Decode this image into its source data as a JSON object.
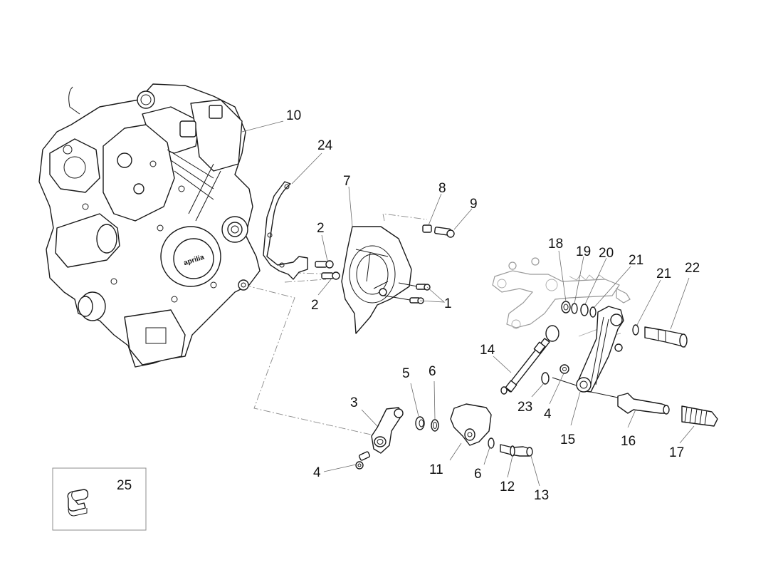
{
  "diagram": {
    "type": "exploded-parts-view",
    "subject": "engine with gear shift lever assembly",
    "brand_mark": "aprilia",
    "line_color": "#1a1a1a",
    "ghost_color": "#9a9a9a",
    "background": "#ffffff"
  },
  "callouts": [
    {
      "id": "c10",
      "label": "10",
      "part": "engine"
    },
    {
      "id": "c24",
      "label": "24",
      "part": "gasket"
    },
    {
      "id": "c7",
      "label": "7",
      "part": "sprocket cover"
    },
    {
      "id": "c8",
      "label": "8",
      "part": "bushing"
    },
    {
      "id": "c9",
      "label": "9",
      "part": "screw"
    },
    {
      "id": "c2a",
      "label": "2",
      "part": "flanged screw (upper)"
    },
    {
      "id": "c2b",
      "label": "2",
      "part": "flanged screw (lower)"
    },
    {
      "id": "c1",
      "label": "1",
      "part": "screws"
    },
    {
      "id": "c18",
      "label": "18",
      "part": "nut"
    },
    {
      "id": "c19",
      "label": "19",
      "part": "washer"
    },
    {
      "id": "c20",
      "label": "20",
      "part": "bearing"
    },
    {
      "id": "c21a",
      "label": "21",
      "part": "washer (inner)"
    },
    {
      "id": "c21b",
      "label": "21",
      "part": "washer (outer)"
    },
    {
      "id": "c22",
      "label": "22",
      "part": "pivot pin"
    },
    {
      "id": "c14",
      "label": "14",
      "part": "shift rod"
    },
    {
      "id": "c23",
      "label": "23",
      "part": "circlip"
    },
    {
      "id": "c4a",
      "label": "4",
      "part": "screw (pedal)"
    },
    {
      "id": "c15",
      "label": "15",
      "part": "gear shift lever"
    },
    {
      "id": "c16",
      "label": "16",
      "part": "peg"
    },
    {
      "id": "c17",
      "label": "17",
      "part": "rubber"
    },
    {
      "id": "c3",
      "label": "3",
      "part": "gear selector lever"
    },
    {
      "id": "c5",
      "label": "5",
      "part": "ball joint"
    },
    {
      "id": "c6a",
      "label": "6",
      "part": "washer (upper)"
    },
    {
      "id": "c11",
      "label": "11",
      "part": "quick shift sensor"
    },
    {
      "id": "c6b",
      "label": "6",
      "part": "washer (lower)"
    },
    {
      "id": "c12",
      "label": "12",
      "part": "pin"
    },
    {
      "id": "c13",
      "label": "13",
      "part": "screw"
    },
    {
      "id": "c4b",
      "label": "4",
      "part": "screw (selector)"
    },
    {
      "id": "c25",
      "label": "25",
      "part": "clip (inset)"
    }
  ]
}
